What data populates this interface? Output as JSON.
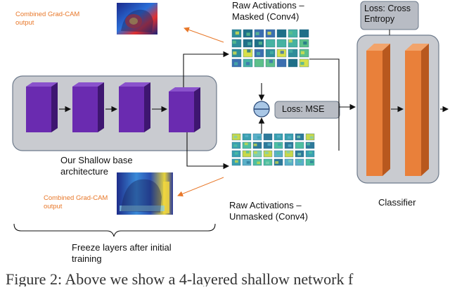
{
  "labels": {
    "gradcam_top": "Combined Grad-CAM\noutput",
    "gradcam_bottom": "Combined Grad-CAM\noutput",
    "raw_masked": "Raw Activations –\nMasked (Conv4)",
    "raw_unmasked": "Raw Activations –\nUnmasked (Conv4)",
    "loss_ce": "Loss: Cross\nEntropy",
    "loss_mse": "Loss: MSE",
    "shallow_base": "Our Shallow base\narchitecture",
    "classifier": "Classifier",
    "freeze": "Freeze layers after initial\ntraining"
  },
  "caption": "Figure 2: Above we show a 4-layered shallow network f",
  "colors": {
    "cube": "#6a2bb0",
    "cube_dark": "#3e1670",
    "fc": "#e9803a",
    "panel": "#c9cbd0",
    "orange_text": "#e8782a",
    "loss_box": "#b8bcc4"
  }
}
